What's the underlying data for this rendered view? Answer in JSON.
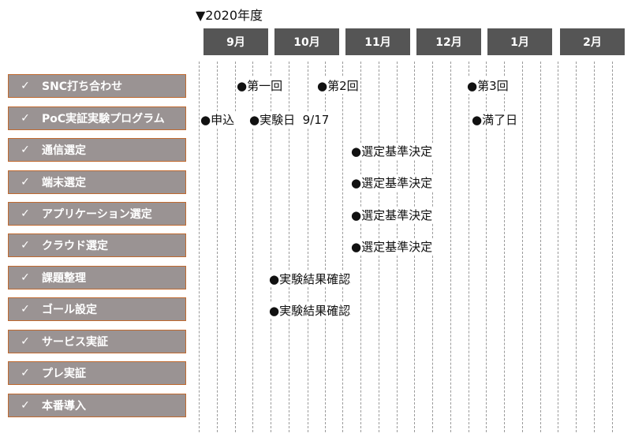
{
  "year_label": "▼2020年度",
  "months": [
    "9月",
    "10月",
    "11月",
    "12月",
    "1月",
    "2月"
  ],
  "check_icon": "✓",
  "tasks": [
    "SNC打ち合わせ",
    "PoC実証実験プログラム",
    "通信選定",
    "端末選定",
    "アプリケーション選定",
    "クラウド選定",
    "課題整理",
    "ゴール設定",
    "サービス実証",
    "プレ実証",
    "本番導入"
  ],
  "events": {
    "meeting1": "●第一回",
    "meeting2": "●第2回",
    "meeting3": "●第3回",
    "apply": "●申込",
    "exp_day": "●実験日  9/17",
    "full_day": "●満了日",
    "criteria_comm": "●選定基準決定",
    "criteria_device": "●選定基準決定",
    "criteria_app": "●選定基準決定",
    "criteria_cloud": "●選定基準決定",
    "confirm_issues": "●実験結果確認",
    "confirm_goal": "●実験結果確認"
  }
}
